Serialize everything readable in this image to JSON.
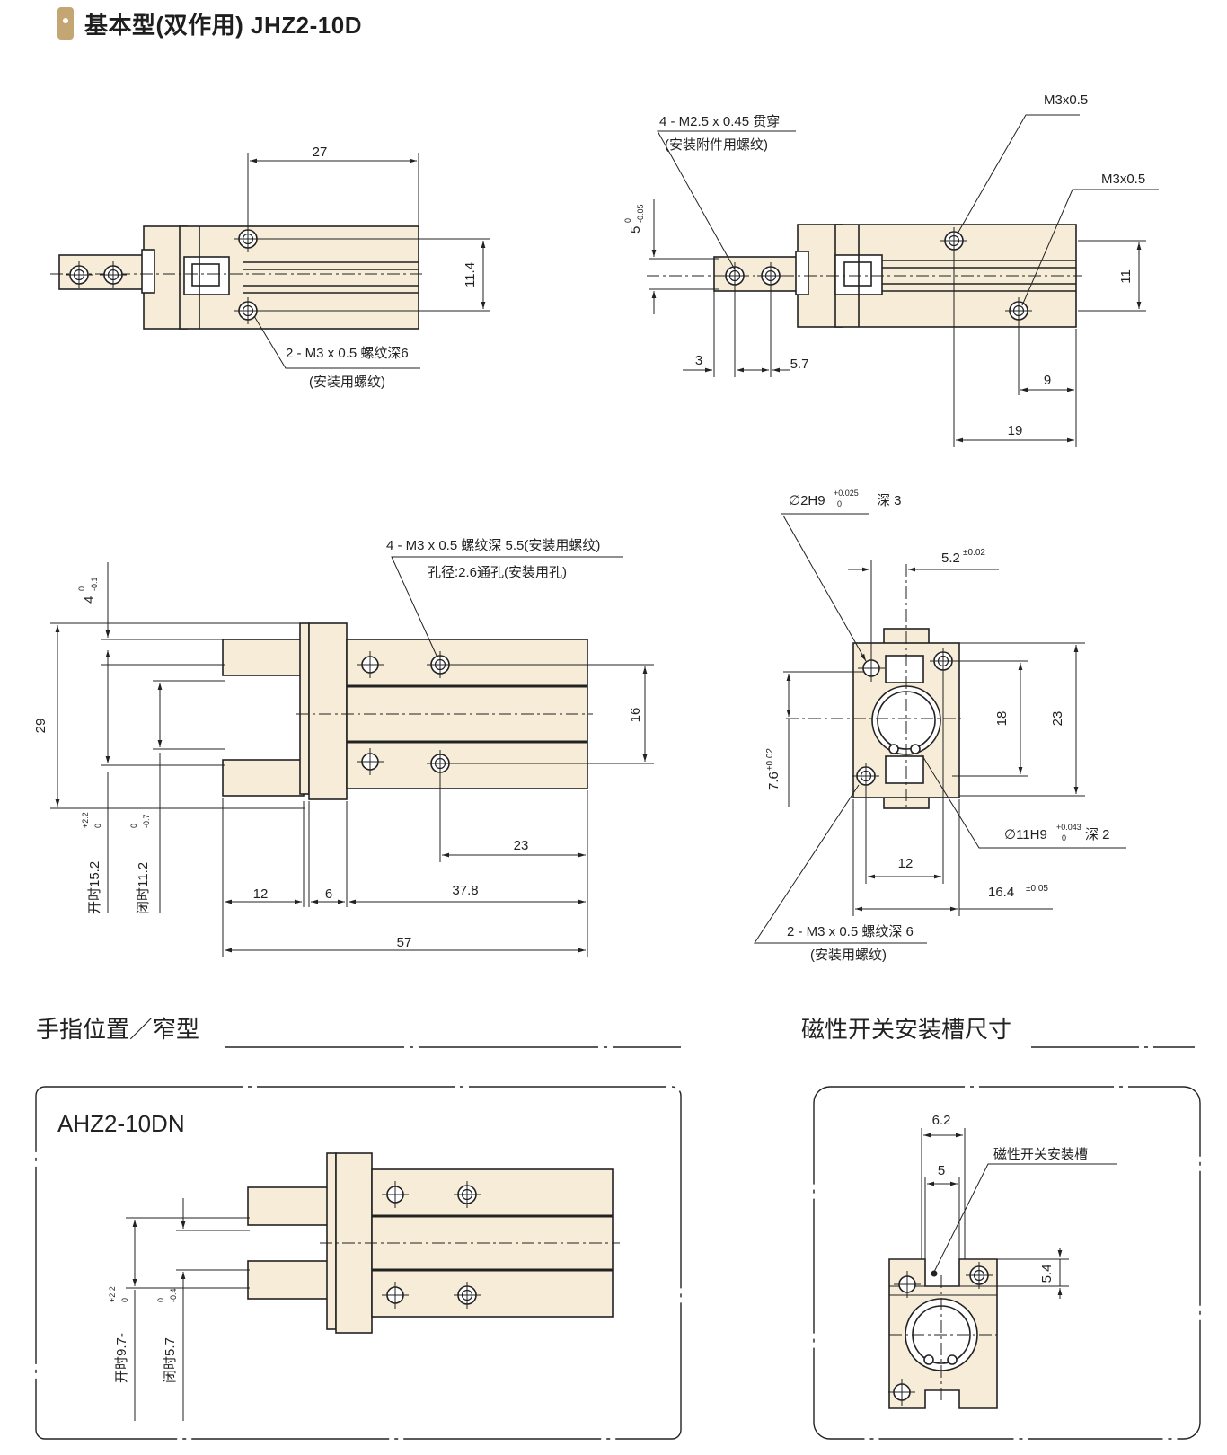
{
  "header": {
    "title": "基本型(双作用) JHZ2-10D"
  },
  "colors": {
    "body": "#f6ecd7",
    "line": "#222222",
    "accent": "#c3a673"
  },
  "top_left": {
    "dim_27": "27",
    "dim_11_4": "11.4",
    "note_line1": "2 - M3 x 0.5 螺纹深6",
    "note_line2": "(安装用螺纹)"
  },
  "top_right": {
    "note_line1": "4 - M2.5 x 0.45 贯穿",
    "note_line2": "(安装附件用螺纹)",
    "m3a": "M3x0.5",
    "m3b": "M3x0.5",
    "dim_5": "5",
    "dim_5_tol_upper": "0",
    "dim_5_tol_lower": "-0.05",
    "dim_11": "11",
    "dim_3": "3",
    "dim_5_7": "5.7",
    "dim_9": "9",
    "dim_19": "19"
  },
  "middle_left": {
    "note_line1": "4 - M3 x 0.5 螺纹深 5.5(安装用螺纹)",
    "note_line2": "孔径:2.6通孔(安装用孔)",
    "dim_4": "4",
    "dim_4_tol_upper": "0",
    "dim_4_tol_lower": "-0.1",
    "dim_29": "29",
    "dim_16": "16",
    "open_label": "开时15.2",
    "open_tol_upper": "+2.2",
    "open_tol_lower": "0",
    "closed_label": "闭时11.2",
    "closed_tol_upper": "0",
    "closed_tol_lower": "-0.7",
    "dim_23": "23",
    "dim_12": "12",
    "dim_6": "6",
    "dim_37_8": "37.8",
    "dim_57": "57"
  },
  "middle_right": {
    "hole_note": "∅2H9",
    "hole_tol_upper": "+0.025",
    "hole_tol_lower": "0",
    "hole_depth": "深 3",
    "dim_5_2": "5.2",
    "dim_5_2_tol": "±0.02",
    "dim_18": "18",
    "dim_23": "23",
    "dim_7_6": "7.6",
    "dim_7_6_tol": "±0.02",
    "bore_note": "∅11H9",
    "bore_tol_upper": "+0.043",
    "bore_tol_lower": "0",
    "bore_depth": "深 2",
    "dim_12": "12",
    "dim_16_4": "16.4",
    "dim_16_4_tol": "±0.05",
    "note_line1": "2 - M3 x 0.5 螺纹深 6",
    "note_line2": "(安装用螺纹)"
  },
  "finger_section": {
    "title": "手指位置／窄型",
    "model": "AHZ2-10DN",
    "open_label": "开时9.7-",
    "open_tol_upper": "+2.2",
    "open_tol_lower": "0",
    "closed_label": "闭时5.7",
    "closed_tol_upper": "0",
    "closed_tol_lower": "-0.4"
  },
  "switch_section": {
    "title": "磁性开关安装槽尺寸",
    "label": "磁性开关安装槽",
    "dim_6_2": "6.2",
    "dim_5": "5",
    "dim_5_4": "5.4"
  }
}
